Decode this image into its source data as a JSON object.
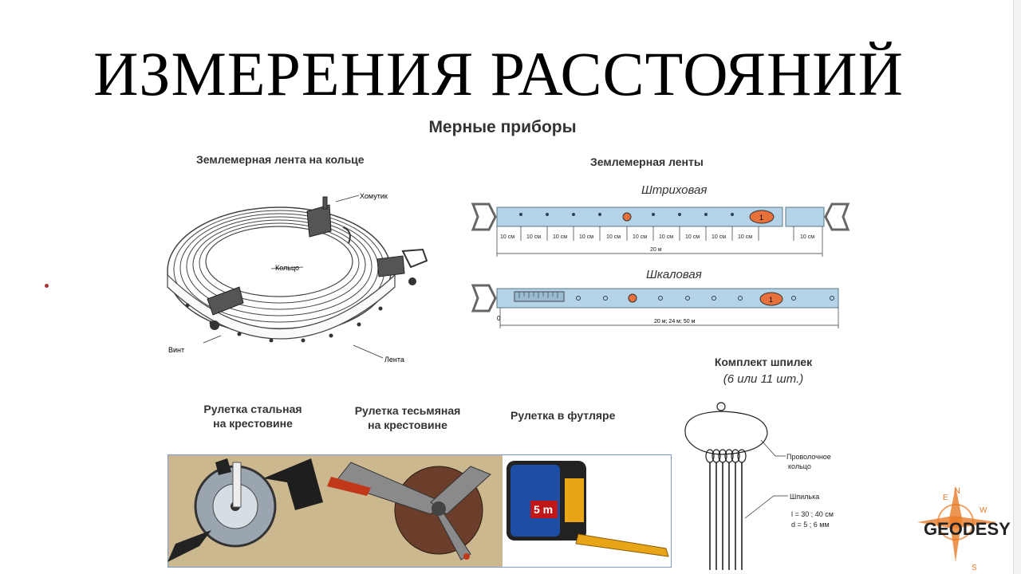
{
  "title": "ИЗМЕРЕНИЯ РАССТОЯНИЙ",
  "subtitle": "Мерные приборы",
  "ring_tape": {
    "header": "Землемерная лента на кольце",
    "labels": {
      "clamp": "Хомутик",
      "ring": "Кольцо",
      "screw": "Винт",
      "tape": "Лента"
    }
  },
  "tapes": {
    "header": "Землемерная ленты",
    "stroke": {
      "name": "Штриховая",
      "segment_label": "10 см",
      "total": "20 м",
      "badge": "1"
    },
    "scale": {
      "name": "Шкаловая",
      "total": "20 м; 24 м; 50 м",
      "zero": "0",
      "badge": "1"
    }
  },
  "pins": {
    "header": "Комплект шпилек",
    "count": "(6 или 11 шт.)",
    "labels": {
      "wire_ring_1": "Проволочное",
      "wire_ring_2": "кольцо",
      "pin": "Шпилька",
      "length": "l = 30 ; 40 см",
      "diameter": "d = 5 ; 6 мм"
    }
  },
  "roulettes": {
    "steel": {
      "line1": "Рулетка стальная",
      "line2": "на крестовине"
    },
    "cloth": {
      "line1": "Рулетка тесьмяная",
      "line2": "на крестовине"
    },
    "case": {
      "label": "Рулетка в футляре",
      "badge": "5 m"
    }
  },
  "logo": {
    "text": "GEODESY",
    "compass": {
      "n": "N",
      "e": "E",
      "w": "W",
      "s": "S"
    }
  },
  "colors": {
    "tape_fill": "#b5d3e6",
    "tape_stroke": "#5a7888",
    "badge_orange": "#e8703a",
    "photo_bg": "#cbb88f",
    "logo_orange": "#e87a28"
  }
}
